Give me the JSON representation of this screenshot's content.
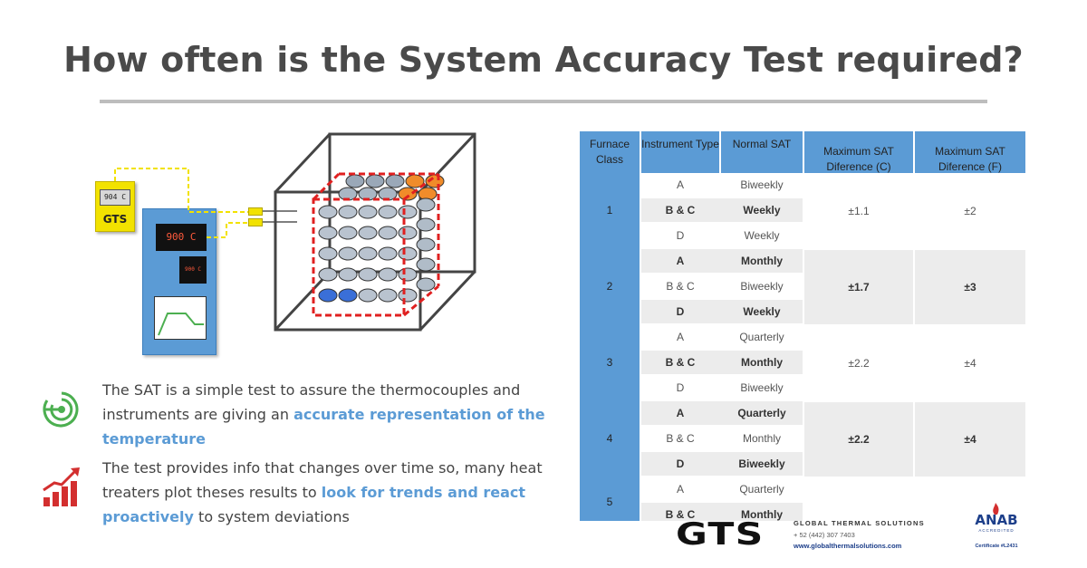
{
  "title": "How often is the System Accuracy Test required?",
  "illustration": {
    "probe_display": "904 C",
    "probe_label": "GTS",
    "controller_display": "900 C",
    "controller_small_display": "900 C"
  },
  "table": {
    "headers": {
      "furnace_class": "Furnace Class",
      "instrument_type": "Instrument Type",
      "normal_sat": "Normal SAT",
      "max_sat_c": "Maximum SAT Diference (C)",
      "max_sat_f": "Maximum SAT Diference (F)"
    },
    "groups": [
      {
        "class": "1",
        "max_c": "±1.1",
        "max_f": "±2",
        "bold_max": false,
        "rows": [
          {
            "type": "A",
            "freq": "Biweekly",
            "bold": false
          },
          {
            "type": "B & C",
            "freq": "Weekly",
            "bold": true
          },
          {
            "type": "D",
            "freq": "Weekly",
            "bold": false
          }
        ]
      },
      {
        "class": "2",
        "max_c": "±1.7",
        "max_f": "±3",
        "bold_max": true,
        "rows": [
          {
            "type": "A",
            "freq": "Monthly",
            "bold": true
          },
          {
            "type": "B & C",
            "freq": "Biweekly",
            "bold": false
          },
          {
            "type": "D",
            "freq": "Weekly",
            "bold": true
          }
        ]
      },
      {
        "class": "3",
        "max_c": "±2.2",
        "max_f": "±4",
        "bold_max": false,
        "rows": [
          {
            "type": "A",
            "freq": "Quarterly",
            "bold": false
          },
          {
            "type": "B & C",
            "freq": "Monthly",
            "bold": true
          },
          {
            "type": "D",
            "freq": "Biweekly",
            "bold": false
          }
        ]
      },
      {
        "class": "4",
        "max_c": "±2.2",
        "max_f": "±4",
        "bold_max": true,
        "rows": [
          {
            "type": "A",
            "freq": "Quarterly",
            "bold": true
          },
          {
            "type": "B & C",
            "freq": "Monthly",
            "bold": false
          },
          {
            "type": "D",
            "freq": "Biweekly",
            "bold": true
          }
        ]
      },
      {
        "class": "5",
        "max_c": "",
        "max_f": "",
        "bold_max": false,
        "rows": [
          {
            "type": "A",
            "freq": "Quarterly",
            "bold": false
          },
          {
            "type": "B & C",
            "freq": "Monthly",
            "bold": true
          }
        ]
      }
    ]
  },
  "bullets": {
    "b1_text": "The SAT is a simple test to assure the thermocouples and instruments are giving an ",
    "b1_highlight": "accurate representation of the temperature",
    "b2_text": "The test provides info that changes over time so, many heat treaters plot theses results to ",
    "b2_highlight": "look for trends and react proactively",
    "b2_tail": " to system deviations"
  },
  "footer": {
    "logo": "GTS",
    "company": "GLOBAL THERMAL SOLUTIONS",
    "phone": "+ 52 (442) 307 7403",
    "website": "www.globalthermalsolutions.com",
    "anab": "ANAB",
    "anab_sub": "ACCREDITED",
    "anab_cert": "Certificate #L2431"
  },
  "colors": {
    "accent_blue": "#5b9bd5",
    "row_grey": "#ececec",
    "furnace_red": "#e02020",
    "icon_green": "#4caf50",
    "icon_red": "#d32f2f"
  }
}
